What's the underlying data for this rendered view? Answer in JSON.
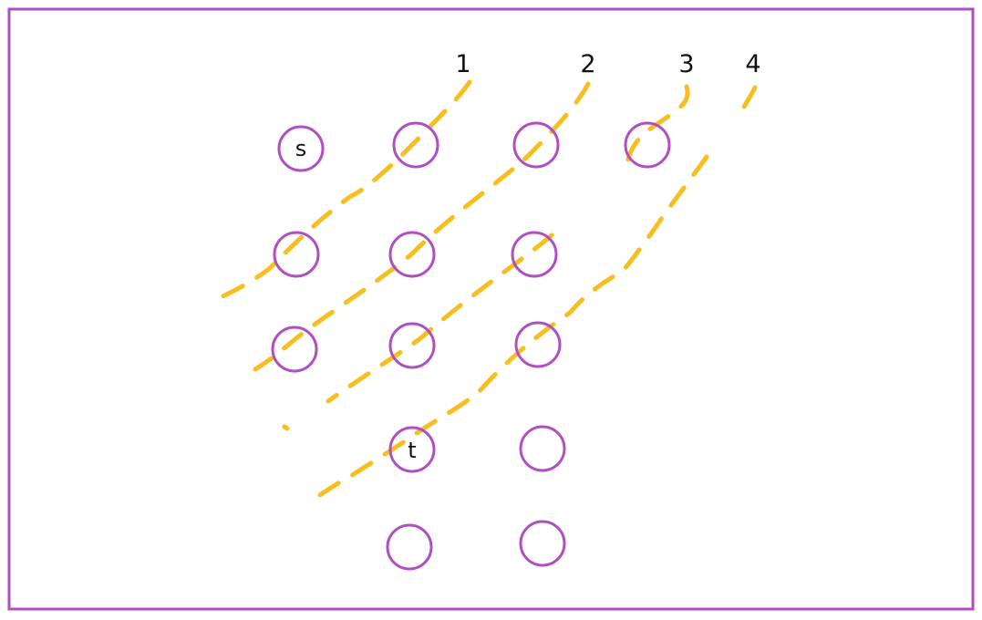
{
  "colors": {
    "frame": "#b04fc0",
    "node": "#b04fc0",
    "dash": "#f6be1f",
    "text": "#111111",
    "background": "#ffffff"
  },
  "node_labels": {
    "source": "s",
    "target": "t"
  },
  "line_labels": [
    "1",
    "2",
    "3",
    "4"
  ],
  "nodes": [
    {
      "id": "s",
      "label": "s"
    },
    {
      "id": "n-r1-c2",
      "label": ""
    },
    {
      "id": "n-r1-c3",
      "label": ""
    },
    {
      "id": "n-r1-c4",
      "label": ""
    },
    {
      "id": "n-r2-c1",
      "label": ""
    },
    {
      "id": "n-r2-c2",
      "label": ""
    },
    {
      "id": "n-r2-c3",
      "label": ""
    },
    {
      "id": "n-r3-c1",
      "label": ""
    },
    {
      "id": "n-r3-c2",
      "label": ""
    },
    {
      "id": "n-r3-c3",
      "label": ""
    },
    {
      "id": "t",
      "label": "t"
    },
    {
      "id": "n-r4-c3",
      "label": ""
    },
    {
      "id": "n-r5-c2",
      "label": ""
    },
    {
      "id": "n-r5-c3",
      "label": ""
    }
  ]
}
